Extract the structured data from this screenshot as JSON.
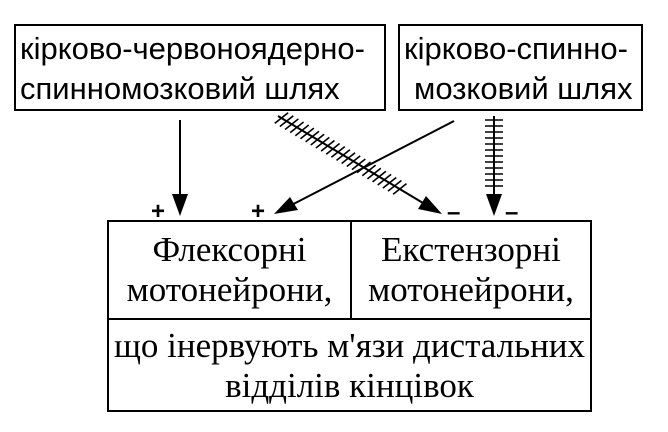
{
  "sources": {
    "left_line1": "кірково-червоноядерно-",
    "left_line2": "спинномозковий шлях",
    "right_line1": "кірково-спинно-",
    "right_line2": "мозковий шлях"
  },
  "targets": {
    "flexor_line1": "Флексорні",
    "flexor_line2": "мотонейрони,",
    "extensor_line1": "Екстензорні",
    "extensor_line2": "мотонейрони,",
    "common_line1": "що інервують м'язи дистальних",
    "common_line2": "відділів кінцівок"
  },
  "signs": {
    "plus1": "+",
    "plus2": "+",
    "minus1": "–",
    "minus2": "–"
  }
}
